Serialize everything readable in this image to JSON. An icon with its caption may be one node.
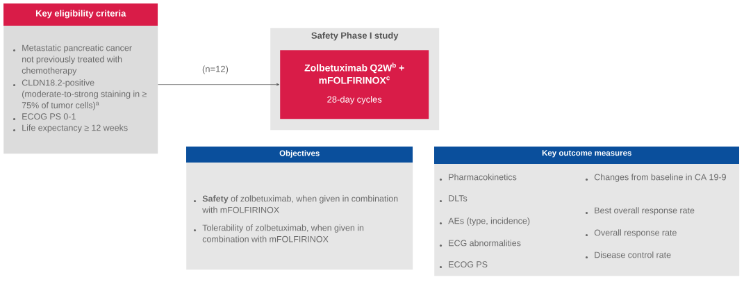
{
  "diagram": {
    "nodes": [
      {
        "text": [
          "Key eligibility criteria",
          "Metastatic pancreatic cancer not previously treated with chemotherapy",
          "CLDN18.2-positive (moderate-to-strong staining in ≥ 75% of tumor cells)$^{a}$",
          "ECOG PS 0-1",
          "Life expectancy ≥ 12 weeks"
        ]
      },
      {
        "text": [
          "Safety Phase I study"
        ]
      },
      {
        "text": [
          "Zolbetuximab Q2W$^{b}$ + mFOLFIRINOX$^{c}$",
          "28-day cycles"
        ],
        "in": 1
      },
      {
        "text": [
          "Objectives",
          "**Safety** of zolbetuximab, when given in combination with mFOLFIRINOX",
          "Tolerability of zolbetuximab, when given in combination with mFOLFIRINOX"
        ]
      },
      {
        "text": [
          "Key outcome measures",
          "Pharmacokinetics",
          "DLTs",
          "AEs (type, incidence)",
          "ECG abnormalities",
          "ECOG PS",
          "Changes from baseline in CA 19-9",
          "Best overall response rate",
          "Overall response rate",
          "Disease control rate"
        ]
      }
    ],
    "edges": [
      {
        "from": 0,
        "to": 2,
        "arrow": "to",
        "label": "(n=12)"
      }
    ]
  }
}
